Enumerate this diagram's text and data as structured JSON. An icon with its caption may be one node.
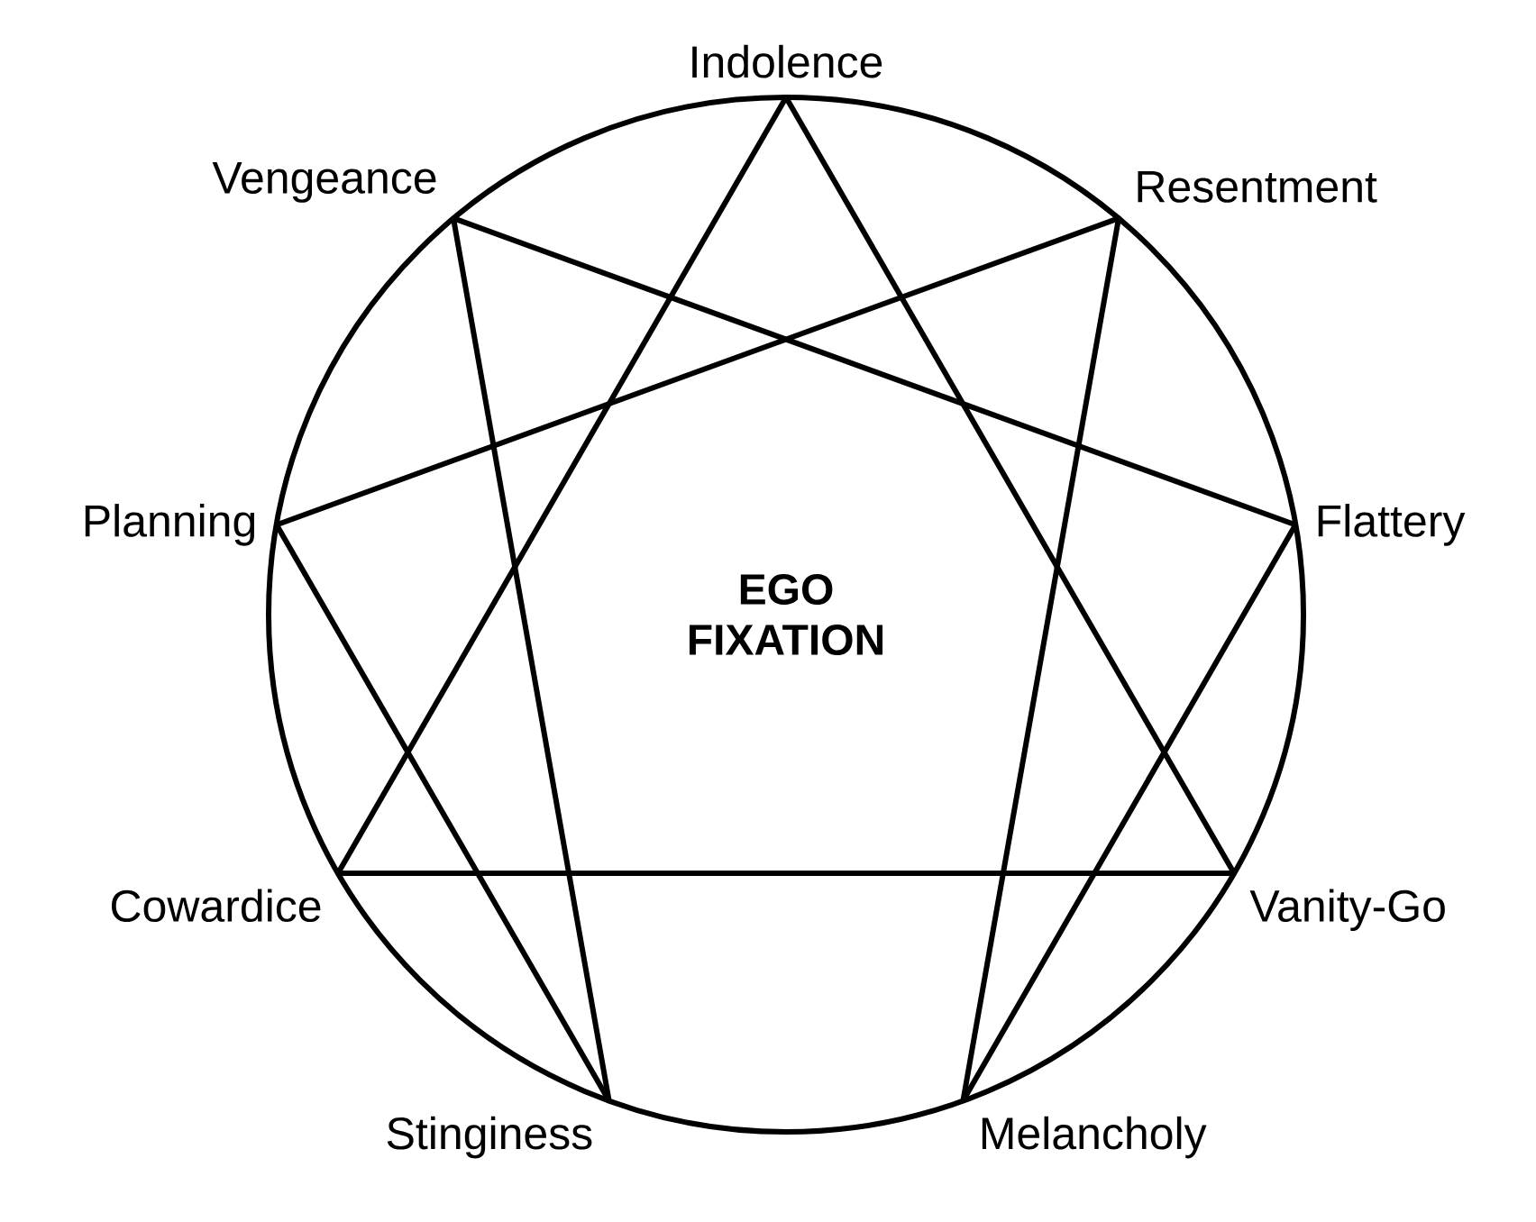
{
  "diagram": {
    "nodes": [
      {
        "text": [
          "Indolence"
        ]
      },
      {
        "text": [
          "Vengeance"
        ]
      },
      {
        "text": [
          "Resentment"
        ]
      },
      {
        "text": [
          "Planning"
        ]
      },
      {
        "text": [
          "Flattery"
        ]
      },
      {
        "text": [
          "Cowardice"
        ]
      },
      {
        "text": [
          "Vanity-Go"
        ]
      },
      {
        "text": [
          "Stinginess"
        ]
      },
      {
        "text": [
          "Melancholy"
        ]
      }
    ],
    "edges": [
      {
        "from": 0,
        "to": 6,
        "arrow": "none"
      },
      {
        "from": 6,
        "to": 5,
        "arrow": "none"
      },
      {
        "from": 5,
        "to": 0,
        "arrow": "none"
      },
      {
        "from": 2,
        "to": 8,
        "arrow": "none"
      },
      {
        "from": 8,
        "to": 4,
        "arrow": "none"
      },
      {
        "from": 4,
        "to": 1,
        "arrow": "none"
      },
      {
        "from": 1,
        "to": 7,
        "arrow": "none"
      },
      {
        "from": 7,
        "to": 3,
        "arrow": "none"
      },
      {
        "from": 3,
        "to": 2,
        "arrow": "none"
      }
    ],
    "labels": [
      "EGO FIXATION"
    ]
  }
}
